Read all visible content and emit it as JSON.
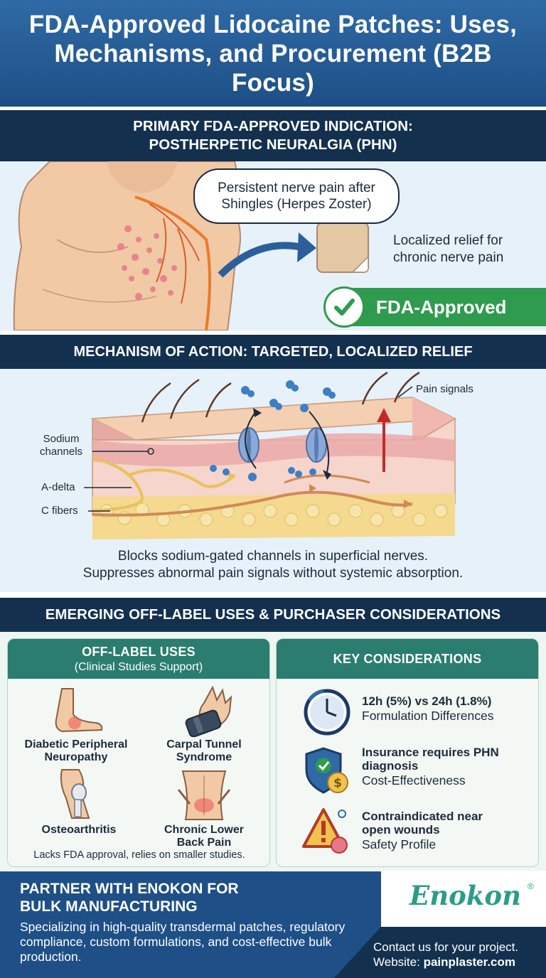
{
  "header": {
    "title": "FDA-Approved Lidocaine Patches: Uses, Mechanisms, and Procurement (B2B Focus)"
  },
  "section1": {
    "heading_line1": "PRIMARY FDA-APPROVED INDICATION:",
    "heading_line2": "POSTHERPETIC NEURALGIA (PHN)",
    "speech_line1": "Persistent nerve pain after",
    "speech_line2": "Shingles (Herpes Zoster)",
    "relief_line1": "Localized relief for",
    "relief_line2": "chronic nerve pain",
    "badge": "FDA-Approved"
  },
  "section2": {
    "heading": "MECHANISM OF ACTION: TARGETED, LOCALIZED RELIEF",
    "label_sodium_line1": "Sodium",
    "label_sodium_line2": "channels",
    "label_adelta": "A-delta",
    "label_cfibers": "C fibers",
    "label_pain": "Pain signals",
    "caption_line1": "Blocks sodium-gated channels in superficial nerves.",
    "caption_line2": "Suppresses abnormal pain signals without systemic absorption."
  },
  "section3": {
    "heading": "EMERGING OFF-LABEL USES & PURCHASER CONSIDERATIONS",
    "offlabel": {
      "title": "OFF-LABEL USES",
      "subtitle": "(Clinical Studies Support)",
      "uses": [
        {
          "line1": "Diabetic Peripheral",
          "line2": "Neuropathy",
          "icon": "foot-icon"
        },
        {
          "line1": "Carpal Tunnel",
          "line2": "Syndrome",
          "icon": "wrist-brace-icon"
        },
        {
          "line1": "Osteoarthritis",
          "line2": "",
          "icon": "knee-icon"
        },
        {
          "line1": "Chronic Lower",
          "line2": "Back Pain",
          "icon": "lower-back-icon"
        }
      ],
      "note": "Lacks FDA approval, relies on smaller studies."
    },
    "considerations": {
      "title": "KEY CONSIDERATIONS",
      "items": [
        {
          "bold": "12h (5%) vs 24h (1.8%)",
          "bold2": "",
          "normal": "Formulation Differences",
          "icon": "clock-icon"
        },
        {
          "bold": "Insurance requires PHN",
          "bold2": "diagnosis",
          "normal": "Cost-Effectiveness",
          "icon": "shield-dollar-icon"
        },
        {
          "bold": "Contraindicated near",
          "bold2": "open wounds",
          "normal": "Safety Profile",
          "icon": "warning-icon"
        }
      ]
    }
  },
  "footer": {
    "title_line1": "PARTNER WITH ENOKON FOR",
    "title_line2": "BULK MANUFACTURING",
    "desc": "Specializing in high-quality transdermal patches, regulatory compliance, custom formulations, and cost-effective bulk production.",
    "logo": "Enokon",
    "logo_mark": "®",
    "contact_line1": "Contact us for your project.",
    "website_label": "Website:",
    "website": "painplaster.com"
  },
  "colors": {
    "header_blue": "#2f6aa6",
    "navy_bar": "#13304f",
    "teal": "#2a7d6f",
    "approved_green": "#2f9b4e",
    "logo_teal": "#2a9d88"
  }
}
